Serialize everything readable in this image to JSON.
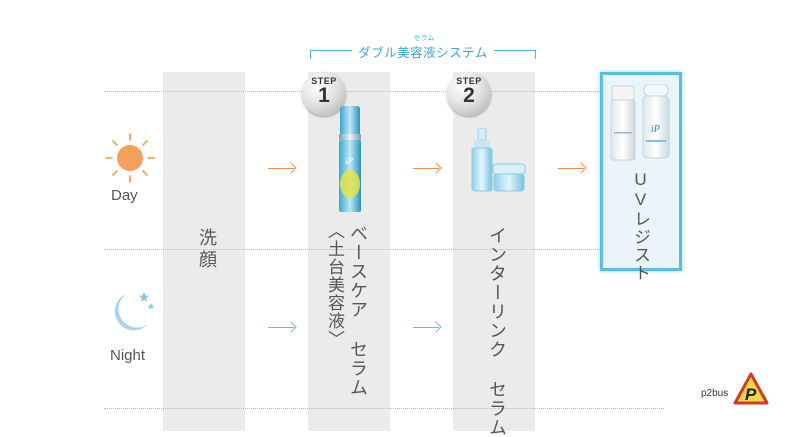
{
  "header": {
    "ruby": "セラム",
    "title": "ダブル美容液システム"
  },
  "rows": {
    "day_label": "Day",
    "night_label": "Night"
  },
  "columns": {
    "wash": "洗顔",
    "step1": {
      "step_word": "STEP",
      "step_num": "1",
      "label_main": "ベースケア セラム",
      "label_sub": "〈土台美容液〉"
    },
    "step2": {
      "step_word": "STEP",
      "step_num": "2",
      "label": "インターリンク セラム"
    },
    "uv": "UVレジスト"
  },
  "watermark": {
    "text": "p2bus",
    "logo_letter": "P"
  },
  "colors": {
    "day_arrow": "#f08a4b",
    "night_arrow": "#74b8dc",
    "uv_border": "#5bbde0",
    "column_bg": "#ebebeb"
  }
}
